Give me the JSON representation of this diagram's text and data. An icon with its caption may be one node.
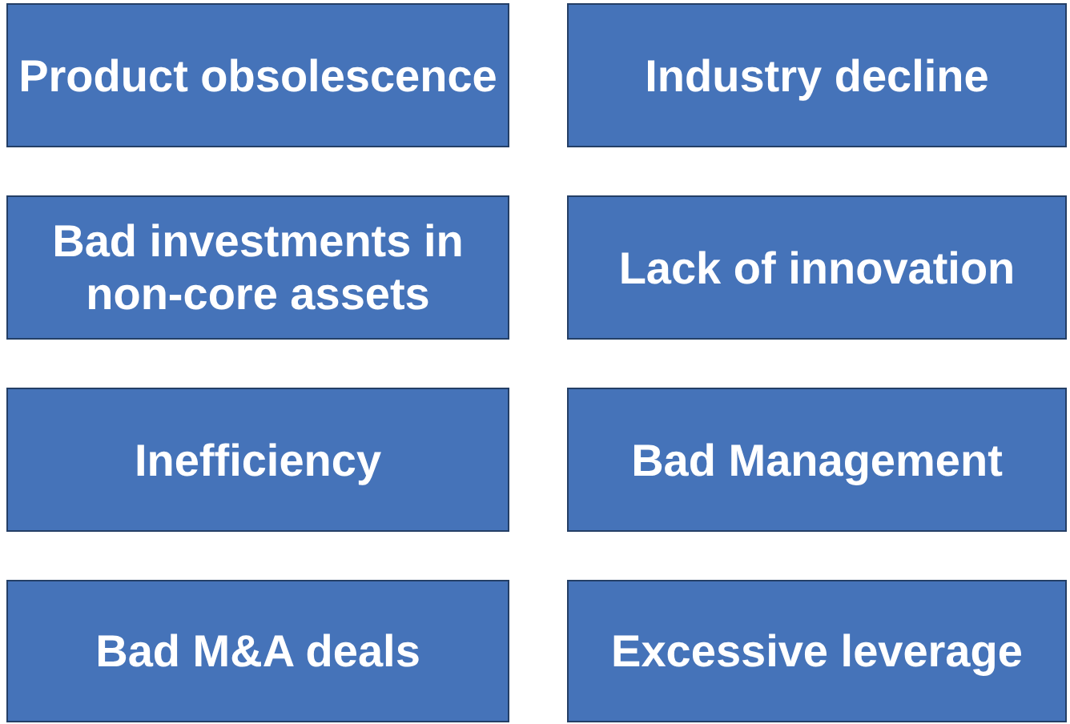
{
  "diagram": {
    "nodes": [
      {
        "text": [
          "Product obsolescence"
        ]
      },
      {
        "text": [
          "Industry decline"
        ]
      },
      {
        "text": [
          "Bad investments in non-core assets"
        ]
      },
      {
        "text": [
          "Lack of innovation"
        ]
      },
      {
        "text": [
          "Inefficiency"
        ]
      },
      {
        "text": [
          "Bad Management"
        ]
      },
      {
        "text": [
          "Bad M&A deals"
        ]
      },
      {
        "text": [
          "Excessive leverage"
        ]
      }
    ]
  }
}
